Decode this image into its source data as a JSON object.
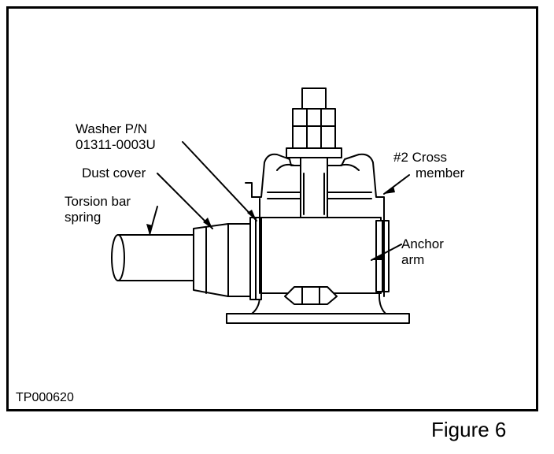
{
  "labels": {
    "washer_line1": "Washer P/N",
    "washer_line2": "01311-0003U",
    "dust_cover": "Dust cover",
    "torsion_line1": "Torsion bar",
    "torsion_line2": "spring",
    "cross_line1": "#2 Cross",
    "cross_line2": "member",
    "anchor_line1": "Anchor",
    "anchor_line2": "arm"
  },
  "reference_code": "TP000620",
  "figure_caption": "Figure 6"
}
